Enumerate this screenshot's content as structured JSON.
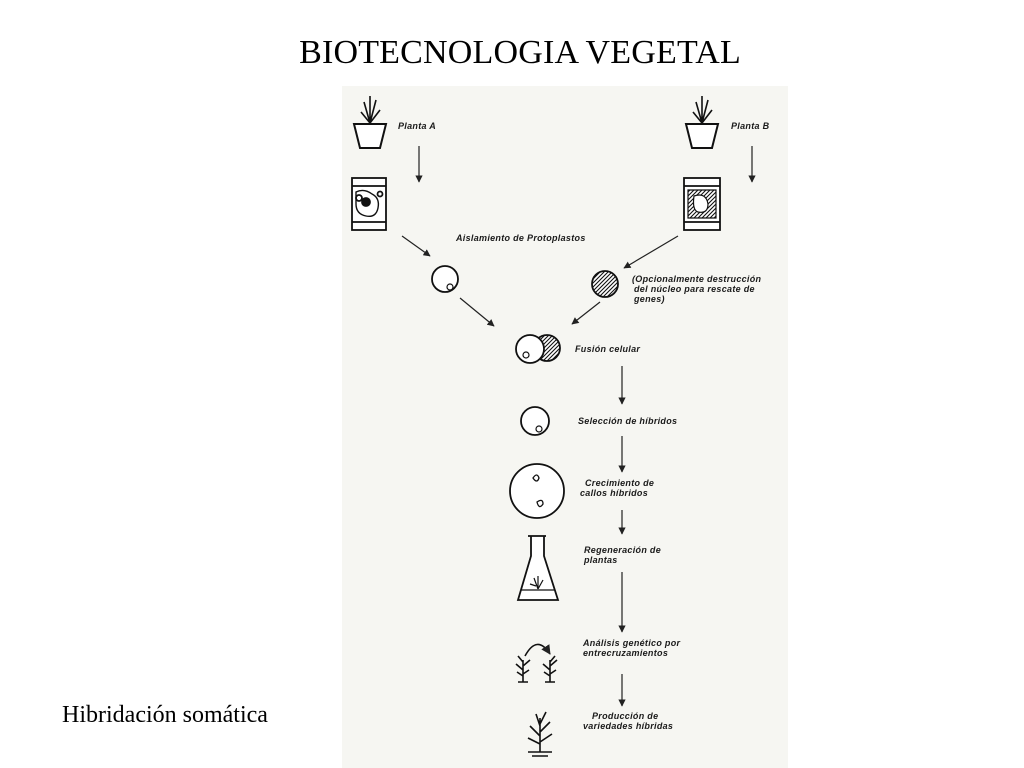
{
  "slide": {
    "title": "BIOTECNOLOGIA VEGETAL",
    "caption": "Hibridación somática"
  },
  "diagram": {
    "labels": {
      "plant_a": "Planta A",
      "plant_b": "Planta B",
      "isolation": "Aislamiento de Protoplastos",
      "optional_line1": "(Opcionalmente destrucción",
      "optional_line2": "del núcleo para rescate de",
      "optional_line3": "genes)",
      "fusion": "Fusión celular",
      "selection": "Selección de híbridos",
      "growth_line1": "Crecimiento de",
      "growth_line2": "callos híbridos",
      "regen_line1": "Regeneración de",
      "regen_line2": "plantas",
      "analysis_line1": "Análisis genético por",
      "analysis_line2": "entrecruzamientos",
      "production_line1": "Producción de",
      "production_line2": "variedades híbridas"
    }
  }
}
